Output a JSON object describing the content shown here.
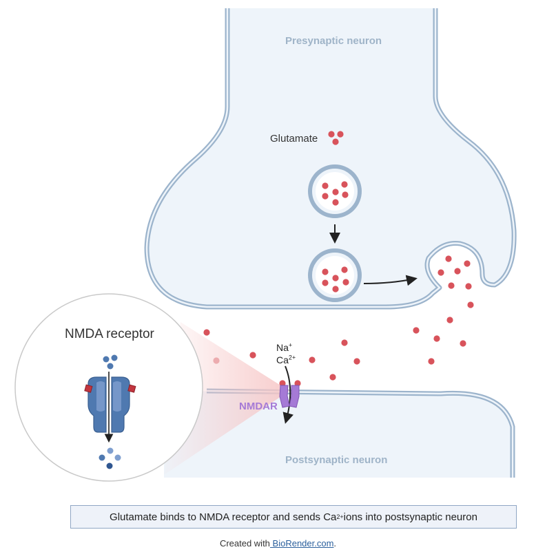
{
  "labels": {
    "presynaptic": "Presynaptic neuron",
    "postsynaptic": "Postsynaptic neuron",
    "glutamate": "Glutamate",
    "nmda_receptor": "NMDA receptor",
    "na": "Na",
    "na_charge": "+",
    "ca": "Ca",
    "ca_charge": "2+",
    "nmdar": "NMDAR"
  },
  "caption": {
    "before": "Glutamate binds to NMDA receptor and sends Ca",
    "charge": "2+",
    "after": " ions into postsynaptic neuron"
  },
  "credit": {
    "prefix": "Created with",
    "link_text": " BioRender.com",
    "suffix": "."
  },
  "colors": {
    "membrane": "#9cb4cc",
    "cytoplasm": "#eef4fa",
    "glutamate": "#d8535b",
    "receptor": "#4f79b0",
    "nmdar": "#a57ad6",
    "caption_border": "#8fa6c4"
  }
}
